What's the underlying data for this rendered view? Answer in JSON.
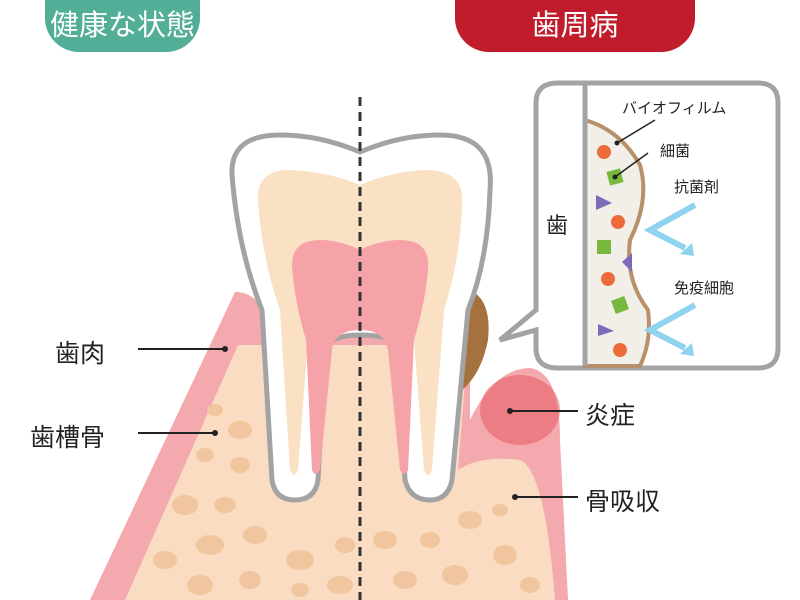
{
  "headers": {
    "healthy": "健康な状態",
    "disease": "歯周病"
  },
  "labels_left": {
    "gum": "歯肉",
    "alveolar_bone": "歯槽骨"
  },
  "labels_right": {
    "inflammation": "炎症",
    "bone_resorption": "骨吸収"
  },
  "inset": {
    "tooth": "歯",
    "biofilm": "バイオフィルム",
    "bacteria": "細菌",
    "antibacterial": "抗菌剤",
    "immune_cells": "免疫細胞"
  },
  "colors": {
    "healthy": "#52ae97",
    "disease": "#c01c2b",
    "gum": "#f3a9ad",
    "bone": "#f8dcc0",
    "arrow": "#8fd3ef"
  }
}
